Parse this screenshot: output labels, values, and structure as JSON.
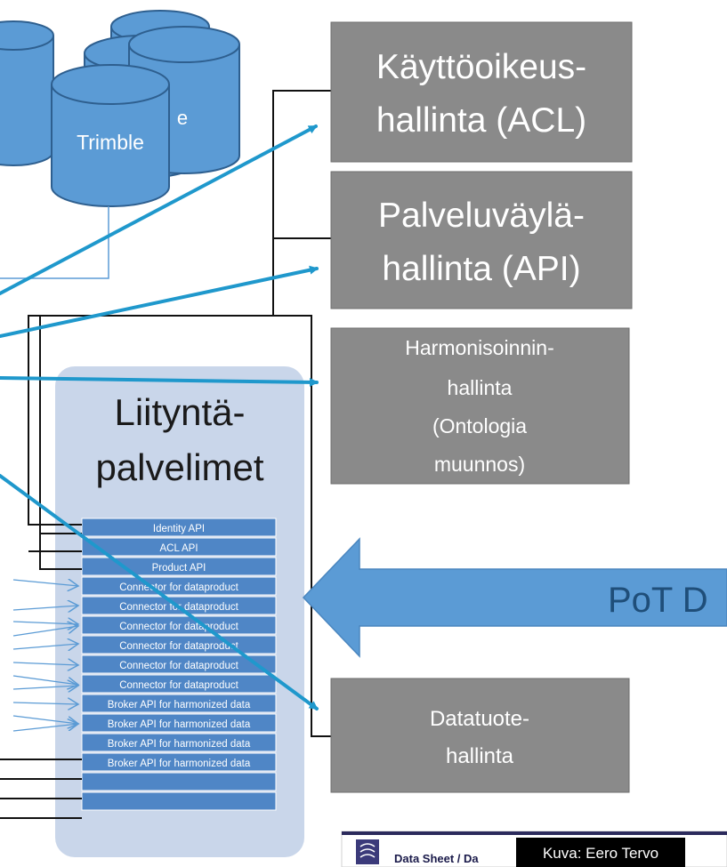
{
  "databases": {
    "front_label": "Trimble",
    "partial_label": "e"
  },
  "manager_boxes": {
    "acl": [
      "Käyttöoikeus-",
      "hallinta (ACL)"
    ],
    "api": [
      "Palveluväylä-",
      "hallinta (API)"
    ],
    "harmonization": [
      "Harmonisoinnin-",
      "hallinta",
      "(Ontologia",
      "muunnos)"
    ],
    "product": [
      "Datatuote-",
      "hallinta"
    ]
  },
  "interface_servers": {
    "title_lines": [
      "Liityntä-",
      "palvelimet"
    ],
    "api_rows": [
      "Identity API",
      "ACL API",
      "Product API",
      "Connector for dataproduct",
      "Connector for dataproduct",
      "Connector for dataproduct",
      "Connector for dataproduct",
      "Connector for dataproduct",
      "Connector for dataproduct",
      "Broker API for harmonized data",
      "Broker API for harmonized data",
      "Broker API for harmonized data",
      "Broker API for harmonized data"
    ]
  },
  "big_arrow_label": "PoT D",
  "footer": {
    "partial_text": "Data Sheet / Da",
    "credit": "Kuva: Eero Tervo"
  },
  "colors": {
    "cylinder_fill": "#5b9bd5",
    "cylinder_stroke": "#2e5f8f",
    "grey_box": "#8a8a8a",
    "panel_fill": "#c9d6ea",
    "api_row_fill": "#4f86c6",
    "arrow_blue": "#1f98cc",
    "big_arrow": "#5b9bd5",
    "big_arrow_text": "#1f4e79"
  }
}
